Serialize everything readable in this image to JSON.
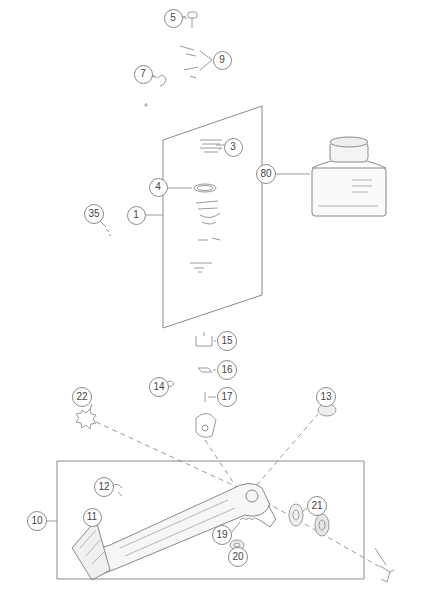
{
  "diagram": {
    "nodes": [
      {
        "text": [
          "5"
        ]
      },
      {
        "text": [
          "9"
        ]
      },
      {
        "text": [
          "7"
        ]
      },
      {
        "text": [
          "1"
        ]
      },
      {
        "text": [
          "3"
        ],
        "in": 3
      },
      {
        "text": [
          "4"
        ],
        "in": 3
      },
      {
        "text": [
          "35"
        ]
      },
      {
        "text": [
          "80"
        ]
      },
      {
        "text": [
          "15"
        ]
      },
      {
        "text": [
          "16"
        ]
      },
      {
        "text": [
          "17"
        ]
      },
      {
        "text": [
          "14"
        ]
      },
      {
        "text": [
          "22"
        ]
      },
      {
        "text": [
          "13"
        ]
      },
      {
        "text": [
          "10"
        ]
      },
      {
        "text": [
          "12"
        ],
        "in": 14
      },
      {
        "text": [
          "11"
        ],
        "in": 14
      },
      {
        "text": [
          "19"
        ],
        "in": 14
      },
      {
        "text": [
          "20"
        ],
        "in": 14
      },
      {
        "text": [
          "21"
        ],
        "in": 14
      }
    ]
  }
}
